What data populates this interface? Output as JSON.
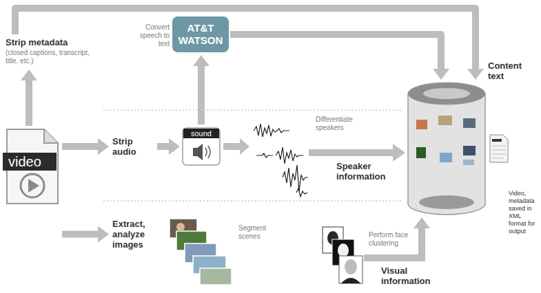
{
  "diagram": {
    "nodes": [
      {
        "text": [
          "video"
        ]
      },
      {
        "text": [
          "Strip metadata",
          "(closed captions, transcript, title, etc.)"
        ]
      },
      {
        "text": [
          "Strip audio"
        ]
      },
      {
        "text": [
          "sound"
        ]
      },
      {
        "text": [
          "AT&T WATSON"
        ]
      },
      {
        "text": [
          "Extract, analyze images"
        ]
      },
      {
        "text": [
          "Video, metadata saved in XML format for output"
        ]
      }
    ],
    "edges": [
      {
        "from": 0,
        "to": 1,
        "arrow": "to"
      },
      {
        "from": 0,
        "to": 2,
        "arrow": "to"
      },
      {
        "from": 0,
        "to": 5,
        "arrow": "to"
      },
      {
        "from": 2,
        "to": 3,
        "arrow": "to"
      },
      {
        "from": 3,
        "to": 4,
        "arrow": "to"
      },
      {
        "from": 4,
        "to": 6,
        "arrow": "to"
      },
      {
        "from": 1,
        "to": 6,
        "arrow": "to"
      }
    ],
    "labels": [
      "Convert speech to text",
      "Content text",
      "Differentiate speakers",
      "Speaker information",
      "Segment scenes",
      "Perform face clustering",
      "Visual information"
    ]
  }
}
